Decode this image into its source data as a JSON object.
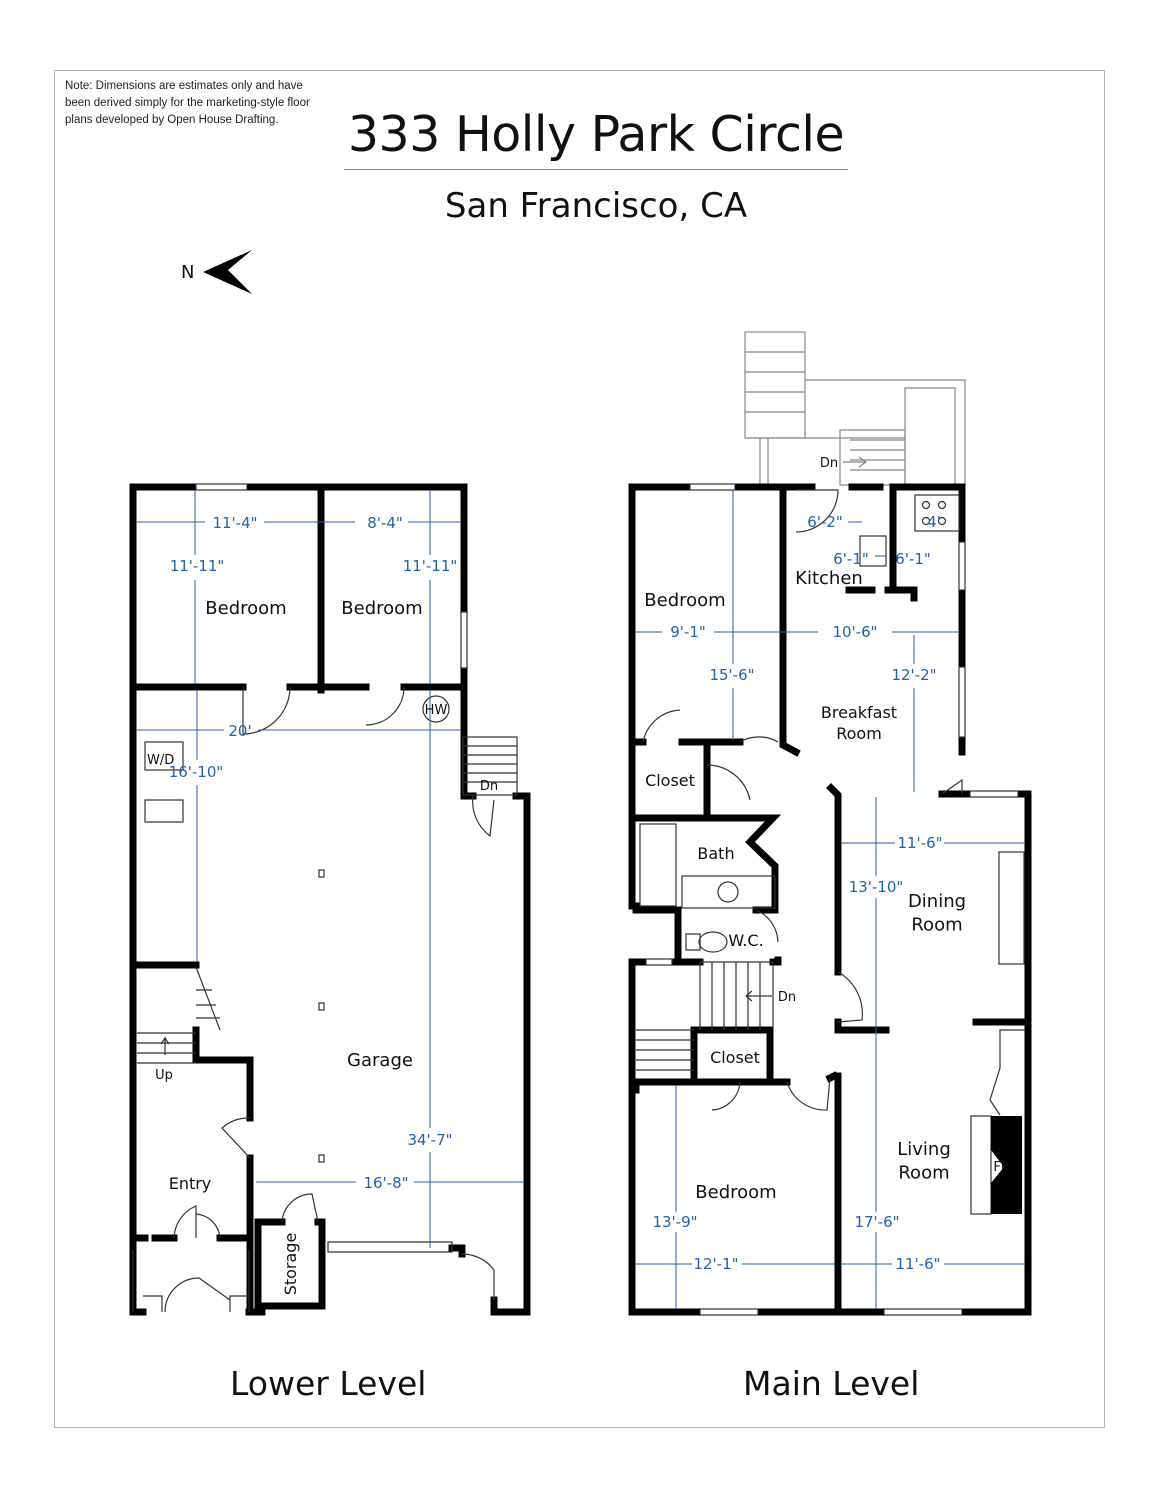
{
  "note": "Note: Dimensions are estimates only and have been derived simply for the marketing-style floor plans developed by Open House Drafting.",
  "title": "333 Holly Park Circle",
  "subtitle": "San Francisco, CA",
  "compass": {
    "label": "N"
  },
  "colors": {
    "wall": "#000000",
    "dimension": "#2462a8",
    "frame": "#b5b5b5"
  },
  "lower_level": {
    "label": "Lower Level",
    "rooms": {
      "bedroom_1": "Bedroom",
      "bedroom_2": "Bedroom",
      "garage": "Garage",
      "entry": "Entry",
      "storage": "Storage"
    },
    "fixtures": {
      "hw": "HW",
      "wd": "W/D",
      "dn": "Dn",
      "up": "Up"
    },
    "dimensions": {
      "bed1_width": "11'-4\"",
      "bed1_depth": "11'-11\"",
      "bed2_width": "8'-4\"",
      "bed2_depth": "11'-11\"",
      "width_20": "20'",
      "depth_16_10": "16'-10\"",
      "garage_width": "16'-8\"",
      "garage_depth": "34'-7\""
    }
  },
  "main_level": {
    "label": "Main Level",
    "rooms": {
      "bedroom_top": "Bedroom",
      "kitchen": "Kitchen",
      "breakfast": "Breakfast Room",
      "closet_1": "Closet",
      "bath": "Bath",
      "wc": "W.C.",
      "dining": "Dining Room",
      "closet_2": "Closet",
      "bedroom_bottom": "Bedroom",
      "living": "Living Room"
    },
    "fixtures": {
      "dn_top": "Dn",
      "dn_stairs": "Dn",
      "fp": "FP"
    },
    "dimensions": {
      "d_6_2": "6'-2\"",
      "d_4": "4'",
      "d_6_1a": "6'-1\"",
      "d_6_1b": "6'-1\"",
      "bed_width": "9'-1\"",
      "bed_depth": "15'-6\"",
      "kit_width": "10'-6\"",
      "kit_depth": "12'-2\"",
      "din_width": "11'-6\"",
      "din_depth": "13'-10\"",
      "bed2_depth": "13'-9\"",
      "bed2_width": "12'-1\"",
      "liv_depth": "17'-6\"",
      "liv_width": "11'-6\""
    }
  }
}
